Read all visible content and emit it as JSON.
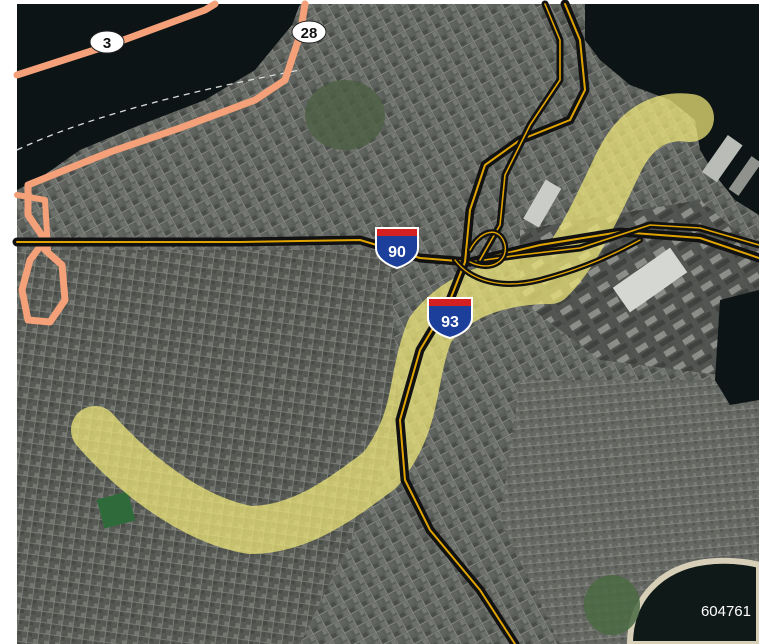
{
  "map": {
    "image_id_label": "604761",
    "colors": {
      "state_route": "#f4a079",
      "interstate_core": "#111111",
      "interstate_stripe": "#e0a400",
      "highlight_corridor": "#f2ea7a",
      "water": "#0d1416",
      "shield_blue": "#1b3f9a",
      "shield_red": "#d42020"
    },
    "route_markers": [
      {
        "type": "state-route",
        "number": "3"
      },
      {
        "type": "state-route",
        "number": "28"
      },
      {
        "type": "interstate",
        "number": "90"
      },
      {
        "type": "interstate",
        "number": "93"
      }
    ]
  }
}
